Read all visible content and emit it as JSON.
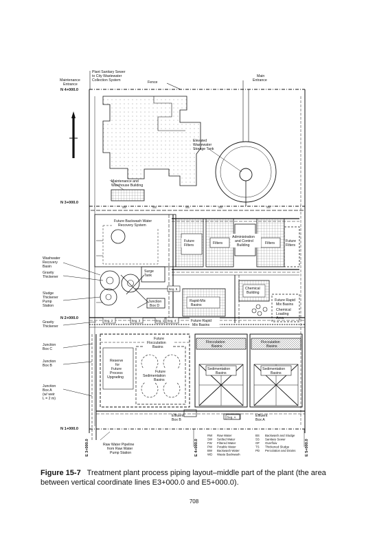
{
  "drawing": {
    "top_labels": {
      "plant_sanitary_sewer": [
        "Plant Sanitary Sewer",
        "to City Wastewater",
        "Collection System"
      ],
      "maintenance_entrance": [
        "Maintenance",
        "Entrance"
      ],
      "fence": "Fence",
      "main_entrance": [
        "Main",
        "Entrance"
      ]
    },
    "coordinates": {
      "north": [
        "N 4+000.0",
        "N 3+000.0",
        "N 2+000.0",
        "N 1+000.0"
      ],
      "east": [
        "E 3+000.0",
        "E 4+000.0",
        "E 5+000.0"
      ]
    },
    "facilities": {
      "elevated_tank": [
        "Elevated",
        "Wastewater",
        "Storage Tank"
      ],
      "maintenance_building": [
        "Maintenance and",
        "Warehouse Building"
      ],
      "backwash_recovery": [
        "Future Backwash Water",
        "Recovery System"
      ],
      "future_filters_left": [
        "Future",
        "Filters"
      ],
      "filters_left": "Filters",
      "admin_building": [
        "Administration",
        "and Control",
        "Building"
      ],
      "filters_right": "Filters",
      "future_filters_right": [
        "Future",
        "Filters"
      ],
      "surge_tank": [
        "Surge",
        "Tank"
      ],
      "junction_box_d": [
        "Junction",
        "Box D"
      ],
      "rapid_mix": [
        "Rapid-Mix",
        "Basins"
      ],
      "chemical_building": [
        "Chemical",
        "Building"
      ],
      "future_rapid_mix_right": [
        "Future Rapid",
        "Mix Basins"
      ],
      "chemical_loading": [
        "Chemical",
        "Loading",
        "Area"
      ],
      "future_rapid_mix_mid": [
        "Future Rapid",
        "Mix Basins"
      ],
      "future_flocculation": [
        "Future",
        "Flocculation",
        "Basins"
      ],
      "future_sedimentation": [
        "Future",
        "Sedimentation",
        "Basins"
      ],
      "reserve": [
        "Reserve",
        "for",
        "Future",
        "Process",
        "Upgrading"
      ],
      "flocculation_1": [
        "Flocculation",
        "Basins"
      ],
      "flocculation_2": [
        "Flocculation",
        "Basins"
      ],
      "sedimentation_1": [
        "Sedimentation",
        "Basins"
      ],
      "sedimentation_2": [
        "Sedimentation",
        "Basins"
      ],
      "effluent_box_b": [
        "Effluent",
        "Box B"
      ],
      "effluent_box_a": [
        "Effluent",
        "Box A"
      ],
      "raw_water_pipeline": [
        "Raw Water Pipeline",
        "from Raw Water",
        "Pump Station"
      ]
    },
    "side_labels": {
      "washwater_recovery": [
        "Washwater",
        "Recovery",
        "Basin"
      ],
      "gravity_thickener_1": [
        "Gravity",
        "Thickener"
      ],
      "sludge_thickener": [
        "Sludge",
        "Thickener",
        "Pump",
        "Station"
      ],
      "gravity_thickener_2": [
        "Gravity",
        "Thickener"
      ],
      "junction_box_c": [
        "Junction",
        "Box C"
      ],
      "junction_box_b": [
        "Junction",
        "Box B"
      ],
      "junction_box_a": [
        "Junction",
        "Box A",
        "(w/ weir",
        "L = 2 m)"
      ]
    },
    "seg_tags": [
      "Seg. 1",
      "Seg. 2",
      "Seg. 3",
      "Seg. 4",
      "Seg. 5",
      "Seg. A"
    ],
    "legend": [
      [
        "RW",
        "Raw Water"
      ],
      [
        "SW",
        "Settled Water"
      ],
      [
        "FW",
        "Filtered Water"
      ],
      [
        "PW",
        "Potable Water"
      ],
      [
        "BW",
        "Backwash Water"
      ],
      [
        "WD",
        "Waste Backwash"
      ],
      [
        "BS",
        "Backwash and Sludge"
      ],
      [
        "SS",
        "Sanitary Sewer"
      ],
      [
        "OF",
        "Overflow"
      ],
      [
        "TS",
        "Thickened Sludge"
      ],
      [
        "PD",
        "Percolation and Drains"
      ]
    ],
    "line_code": "SS"
  },
  "caption": {
    "figure": "Figure 15-7",
    "text": "Treatment plant process piping layout–middle part of the plant (the area between vertical coordinate lines E3+000.0 and E5+000.0)."
  },
  "page_number": "708"
}
